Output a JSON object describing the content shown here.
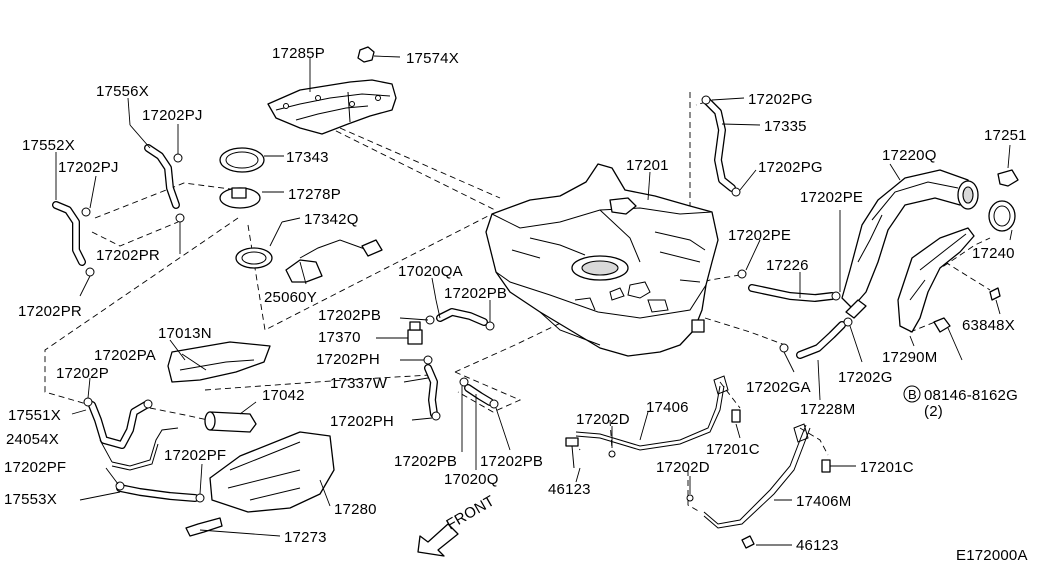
{
  "diagram": {
    "code": "E172000A",
    "front_label": "FRONT",
    "labels": {
      "p17285P": "17285P",
      "p17574X": "17574X",
      "p17556X": "17556X",
      "p17202PJ_a": "17202PJ",
      "p17552X": "17552X",
      "p17202PJ_b": "17202PJ",
      "p17343": "17343",
      "p17278P": "17278P",
      "p17342Q": "17342Q",
      "p17202PR_a": "17202PR",
      "p17202PR_b": "17202PR",
      "p25060Y": "25060Y",
      "p17202PG_a": "17202PG",
      "p17335": "17335",
      "p17201": "17201",
      "p17202PG_b": "17202PG",
      "p17220Q": "17220Q",
      "p17251": "17251",
      "p17202PE_a": "17202PE",
      "p17202PE_b": "17202PE",
      "p17240": "17240",
      "p17226": "17226",
      "p17020QA": "17020QA",
      "p17202PB_a": "17202PB",
      "p17202PB_b": "17202PB",
      "p17370": "17370",
      "p63848X": "63848X",
      "p17013N": "17013N",
      "p17202PH_a": "17202PH",
      "p17202PA": "17202PA",
      "p17290M": "17290M",
      "p17202GA": "17202GA",
      "p17202G": "17202G",
      "p17202P": "17202P",
      "p17337W": "17337W",
      "p17042": "17042",
      "p08146": "08146-8162G",
      "p08146_qty": "(2)",
      "p08146_mark": "B",
      "p17228M": "17228M",
      "p17551X": "17551X",
      "p17406": "17406",
      "p17202PH_b": "17202PH",
      "p17202D_a": "17202D",
      "p24054X": "24054X",
      "p17201C_a": "17201C",
      "p17202PF_a": "17202PF",
      "p17202PF_b": "17202PF",
      "p17202PB_c": "17202PB",
      "p17202PB_d": "17202PB",
      "p17202D_b": "17202D",
      "p17201C_b": "17201C",
      "p17020Q": "17020Q",
      "p46123_a": "46123",
      "p17553X": "17553X",
      "p17280": "17280",
      "p17406M": "17406M",
      "p17273": "17273",
      "p46123_b": "46123"
    }
  }
}
